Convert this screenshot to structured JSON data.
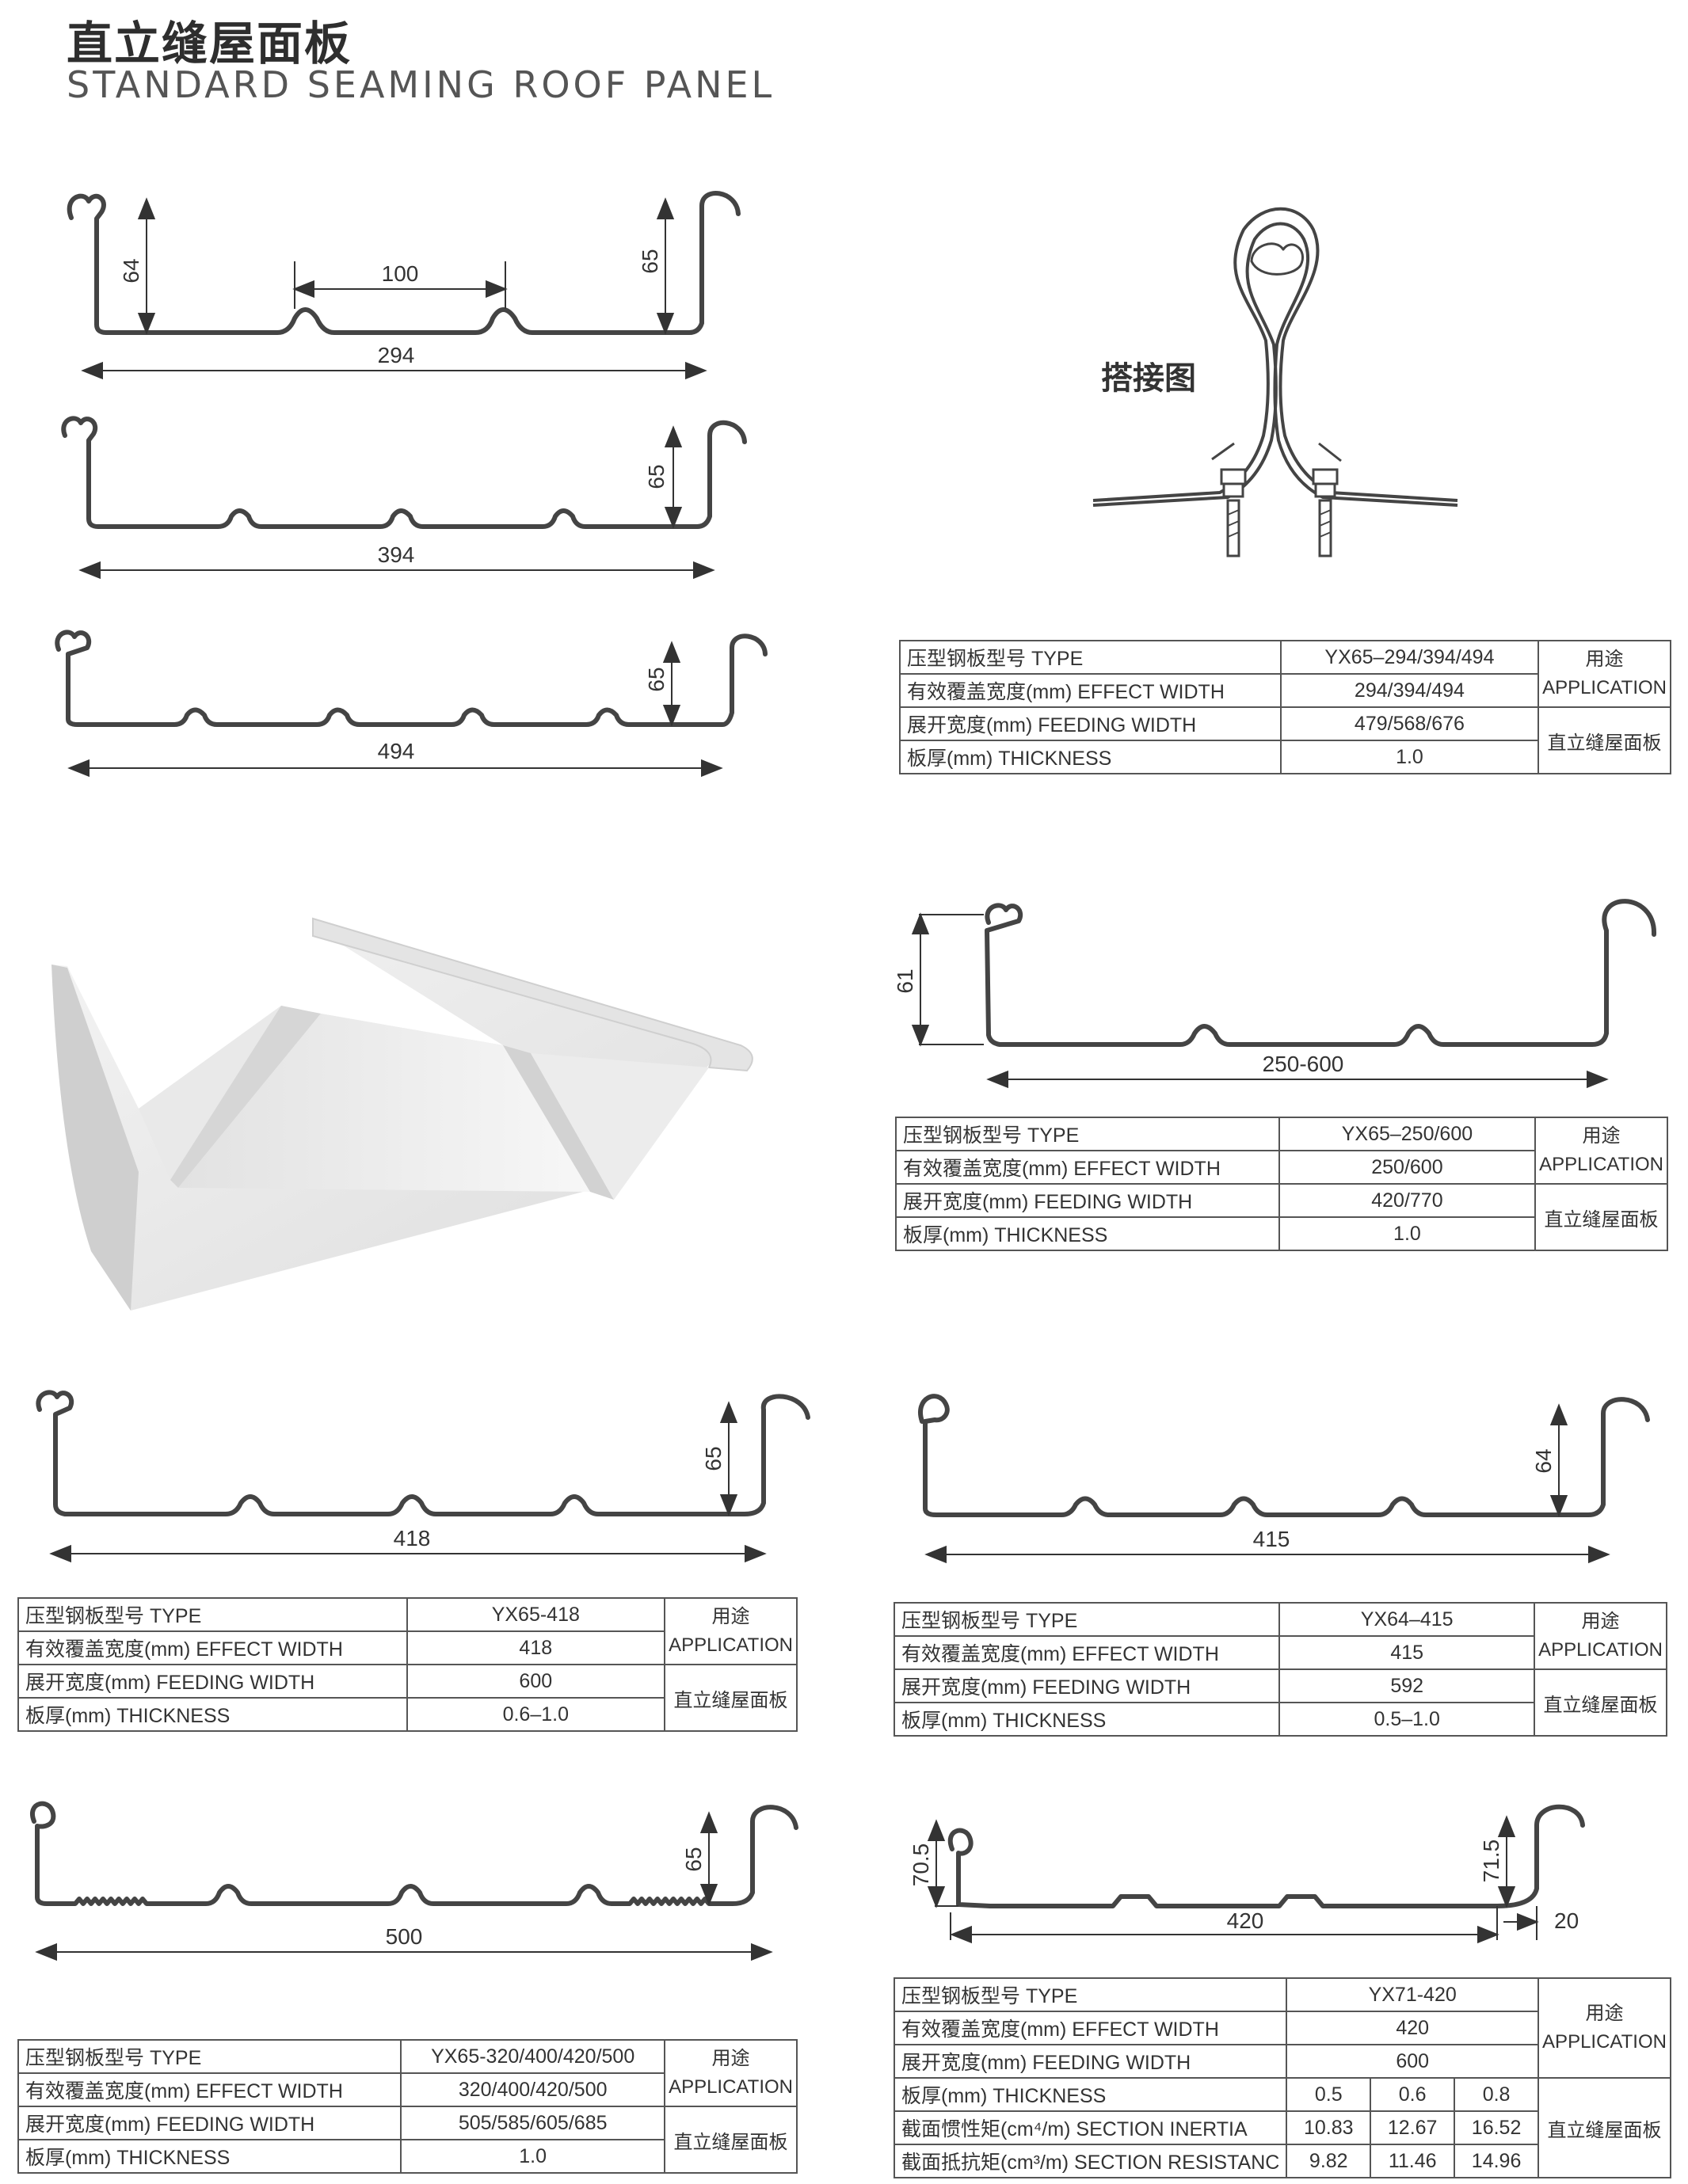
{
  "header": {
    "title_cn": "直立缝屋面板",
    "title_en": "STANDARD SEAMING ROOF PANEL"
  },
  "lap_diagram": {
    "label": "搭接图"
  },
  "dims": {
    "p294": {
      "left": "64",
      "right": "65",
      "rib": "100",
      "width": "294"
    },
    "p394": {
      "right": "65",
      "width": "394"
    },
    "p494": {
      "right": "65",
      "width": "494"
    },
    "p250": {
      "left": "61",
      "width": "250-600"
    },
    "p418": {
      "right": "65",
      "width": "418"
    },
    "p415": {
      "right": "64",
      "width": "415"
    },
    "p500": {
      "right": "65",
      "width": "500"
    },
    "p420": {
      "left": "70.5",
      "right": "71.5",
      "width": "420",
      "flank": "20"
    }
  },
  "labels": {
    "type": "压型钢板型号  TYPE",
    "effect_width": "有效覆盖宽度(mm)  EFFECT WIDTH",
    "feeding_width": "展开宽度(mm) FEEDING WIDTH",
    "thickness": "板厚(mm)  THICKNESS",
    "inertia": "截面惯性矩(cm⁴/m)  SECTION INERTIA",
    "resistance": "截面抵抗矩(cm³/m)  SECTION RESISTANC",
    "app_cn": "用途",
    "app_en": "APPLICATION",
    "app_value": "直立缝屋面板"
  },
  "tables": {
    "t1": {
      "type": "YX65–294/394/494",
      "effect": "294/394/494",
      "feeding": "479/568/676",
      "thickness": "1.0"
    },
    "t2": {
      "type": "YX65–250/600",
      "effect": "250/600",
      "feeding": "420/770",
      "thickness": "1.0"
    },
    "t3": {
      "type": "YX65-418",
      "effect": "418",
      "feeding": "600",
      "thickness": "0.6–1.0"
    },
    "t4": {
      "type": "YX64–415",
      "effect": "415",
      "feeding": "592",
      "thickness": "0.5–1.0"
    },
    "t5": {
      "type": "YX65-320/400/420/500",
      "effect": "320/400/420/500",
      "feeding": "505/585/605/685",
      "thickness": "1.0"
    },
    "t6": {
      "type": "YX71-420",
      "effect": "420",
      "feeding": "600",
      "thickness": [
        "0.5",
        "0.6",
        "0.8"
      ],
      "inertia": [
        "10.83",
        "12.67",
        "16.52"
      ],
      "resistance": [
        "9.82",
        "11.46",
        "14.96"
      ]
    }
  }
}
